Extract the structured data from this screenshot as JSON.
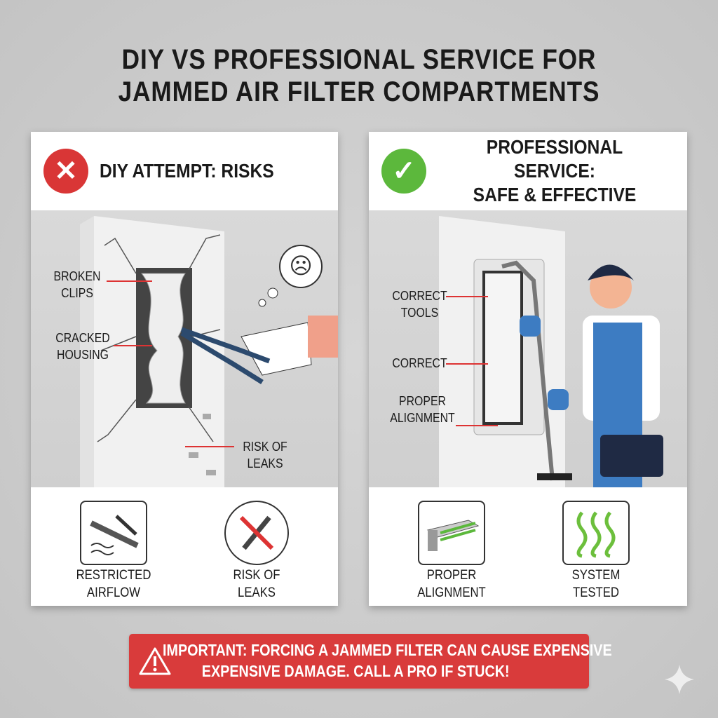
{
  "title": {
    "line1": "DIY VS PROFESSIONAL SERVICE FOR",
    "line2": "JAMMED AIR FILTER COMPARTMENTS"
  },
  "diy": {
    "heading": "DIY ATTEMPT: RISKS",
    "badge_icon": "x-icon",
    "badge_color": "#d93636",
    "labels": {
      "broken_clips": [
        "BROKEN",
        "CLIPS"
      ],
      "cracked_housing": [
        "CRACKED",
        "HOUSING"
      ],
      "risk_of_leaks": [
        "RISK OF",
        "LEAKS"
      ]
    },
    "icons": [
      {
        "icon": "restricted-airflow-icon",
        "label": [
          "RESTRICTED",
          "AIRFLOW"
        ]
      },
      {
        "icon": "no-wrench-icon",
        "label": [
          "RISK OF",
          "LEAKS"
        ]
      }
    ]
  },
  "pro": {
    "heading_line1": "PROFESSIONAL SERVICE:",
    "heading_line2": "SAFE & EFFECTIVE",
    "badge_icon": "check-icon",
    "badge_color": "#5cb83c",
    "labels": {
      "correct_tools": [
        "CORRECT",
        "TOOLS"
      ],
      "correct": [
        "CORRECT"
      ],
      "proper_alignment": [
        "PROPER",
        "ALIGNMENT"
      ]
    },
    "icons": [
      {
        "icon": "filter-alignment-icon",
        "label": [
          "PROPER",
          "ALIGNMENT"
        ]
      },
      {
        "icon": "airflow-waves-icon",
        "label": [
          "SYSTEM",
          "TESTED"
        ]
      }
    ]
  },
  "banner": {
    "line1": "IMPORTANT: FORCING A JAMMED FILTER CAN CAUSE EXPENSIVE",
    "line2": "EXPENSIVE DAMAGE. CALL A PRO IF STUCK!",
    "icon": "warning-icon",
    "color": "#d93b3b"
  }
}
